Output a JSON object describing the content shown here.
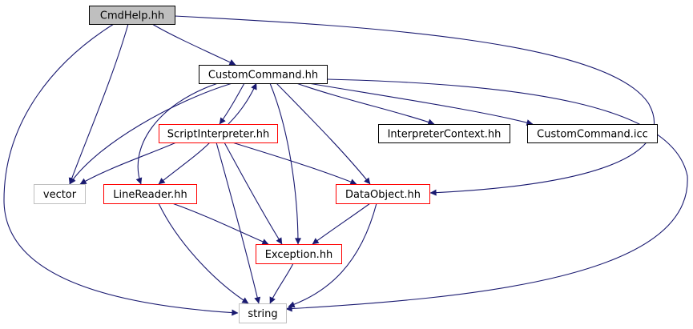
{
  "diagram": {
    "nodes": [
      {
        "id": "cmdhelp",
        "label": "CmdHelp.hh",
        "style": "root"
      },
      {
        "id": "customcommand_hh",
        "label": "CustomCommand.hh",
        "style": "documented"
      },
      {
        "id": "scriptinterpreter",
        "label": "ScriptInterpreter.hh",
        "style": "truncated"
      },
      {
        "id": "interpretercontext",
        "label": "InterpreterContext.hh",
        "style": "documented"
      },
      {
        "id": "customcommand_icc",
        "label": "CustomCommand.icc",
        "style": "documented"
      },
      {
        "id": "vector",
        "label": "vector",
        "style": "external"
      },
      {
        "id": "linereader",
        "label": "LineReader.hh",
        "style": "truncated"
      },
      {
        "id": "dataobject",
        "label": "DataObject.hh",
        "style": "truncated"
      },
      {
        "id": "exception",
        "label": "Exception.hh",
        "style": "truncated"
      },
      {
        "id": "string",
        "label": "string",
        "style": "external"
      }
    ],
    "edges": [
      {
        "from": "cmdhelp",
        "to": "customcommand_hh"
      },
      {
        "from": "cmdhelp",
        "to": "vector"
      },
      {
        "from": "cmdhelp",
        "to": "string"
      },
      {
        "from": "cmdhelp",
        "to": "dataobject"
      },
      {
        "from": "customcommand_hh",
        "to": "scriptinterpreter"
      },
      {
        "from": "customcommand_hh",
        "to": "interpretercontext"
      },
      {
        "from": "customcommand_hh",
        "to": "customcommand_icc"
      },
      {
        "from": "customcommand_hh",
        "to": "vector"
      },
      {
        "from": "customcommand_hh",
        "to": "linereader"
      },
      {
        "from": "customcommand_hh",
        "to": "dataobject"
      },
      {
        "from": "customcommand_hh",
        "to": "exception"
      },
      {
        "from": "customcommand_hh",
        "to": "string"
      },
      {
        "from": "scriptinterpreter",
        "to": "customcommand_hh"
      },
      {
        "from": "scriptinterpreter",
        "to": "vector"
      },
      {
        "from": "scriptinterpreter",
        "to": "linereader"
      },
      {
        "from": "scriptinterpreter",
        "to": "dataobject"
      },
      {
        "from": "scriptinterpreter",
        "to": "exception"
      },
      {
        "from": "scriptinterpreter",
        "to": "string"
      },
      {
        "from": "linereader",
        "to": "exception"
      },
      {
        "from": "linereader",
        "to": "string"
      },
      {
        "from": "dataobject",
        "to": "exception"
      },
      {
        "from": "dataobject",
        "to": "string"
      },
      {
        "from": "exception",
        "to": "string"
      }
    ],
    "colors": {
      "edge": "#191970",
      "root_fill": "#bfbfbf",
      "documented_border": "#000000",
      "truncated_border": "#ff0000",
      "external_border": "#bfbfbf",
      "text": "#000000"
    }
  }
}
